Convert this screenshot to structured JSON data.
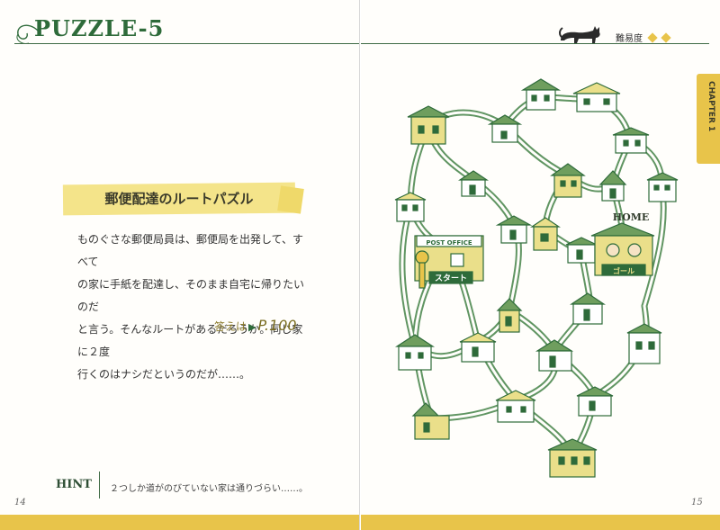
{
  "left_page": {
    "puzzle_title": "PUZZLE-5",
    "heading": "郵便配達のルートパズル",
    "body_lines": [
      "ものぐさな郵便局員は、郵便局を出発して、すべて",
      "の家に手紙を配達し、そのまま自宅に帰りたいのだ",
      "と言う。そんなルートがあるだろうか。同じ家に２度",
      "行くのはナシだというのだが……。"
    ],
    "answer_prefix": "答えは",
    "answer_page": "P.100",
    "hint_label": "HINT",
    "hint_text": "２つしか道がのびていない家は通りづらい……。",
    "folio": "14"
  },
  "right_page": {
    "difficulty_label": "難易度",
    "difficulty_level": 2,
    "chapter_tab": "CHAPTER 1",
    "folio": "15",
    "map": {
      "post_office_sign": "POST OFFICE",
      "start_label": "スタート",
      "home_sign": "HOME",
      "goal_label": "ゴール"
    }
  },
  "colors": {
    "accent_green": "#2e6b3a",
    "road_green": "#4f8a52",
    "house_yellow": "#eadf8a",
    "band_gold": "#e8c44a"
  }
}
